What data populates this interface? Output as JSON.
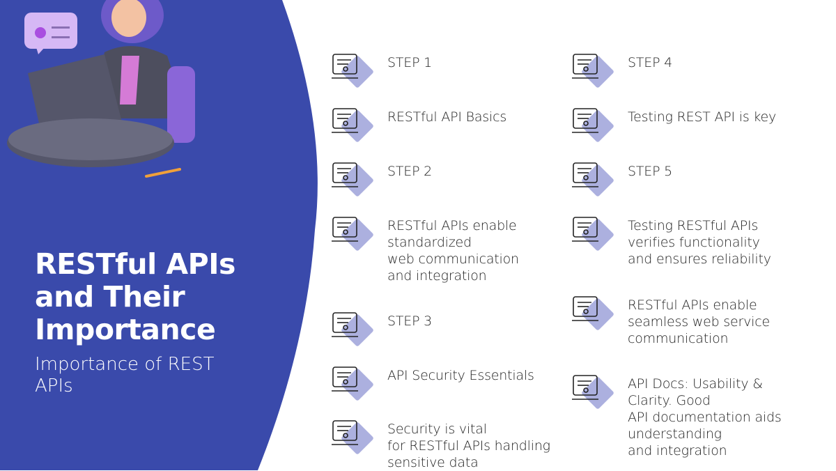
{
  "slide": {
    "title": "RESTful APIs and Their Importance",
    "subtitle": "Importance of REST APIs",
    "accent_color": "#3a4aab",
    "diamond_color": "#9da2d9"
  },
  "left_items": [
    {
      "icon": "binary-lock-icon",
      "text": "STEP 1"
    },
    {
      "icon": "padlock-dollar-icon",
      "text": "RESTful API Basics"
    },
    {
      "icon": "plunger-icon",
      "text": "STEP 2"
    },
    {
      "icon": "floppy-camera-icon",
      "text": "RESTful APIs enable\nstandardized\nweb communication\nand integration"
    },
    {
      "icon": "houses-handshake-icon",
      "text": "STEP 3"
    },
    {
      "icon": "dollar-fence-icon",
      "text": "API Security Essentials"
    },
    {
      "icon": "telephone-icon",
      "text": "Security is vital\nfor RESTful APIs handling\nsensitive data"
    }
  ],
  "right_items": [
    {
      "icon": "credit-card-icon",
      "text": "STEP 4"
    },
    {
      "icon": "support-agent-icon",
      "text": "Testing REST API is key"
    },
    {
      "icon": "flask-magnifier-icon",
      "text": "STEP 5"
    },
    {
      "icon": "envelope-certificate-icon",
      "text": "Testing RESTful APIs\nverifies functionality\nand ensures reliability"
    },
    {
      "icon": "rocket-handshake-icon",
      "text": "RESTful APIs enable\nseamless web service\ncommunication"
    },
    {
      "icon": "envelope-badge-icon",
      "text": "API Docs: Usability &\nClarity. Good\nAPI documentation aids\nunderstanding\nand integration"
    }
  ]
}
